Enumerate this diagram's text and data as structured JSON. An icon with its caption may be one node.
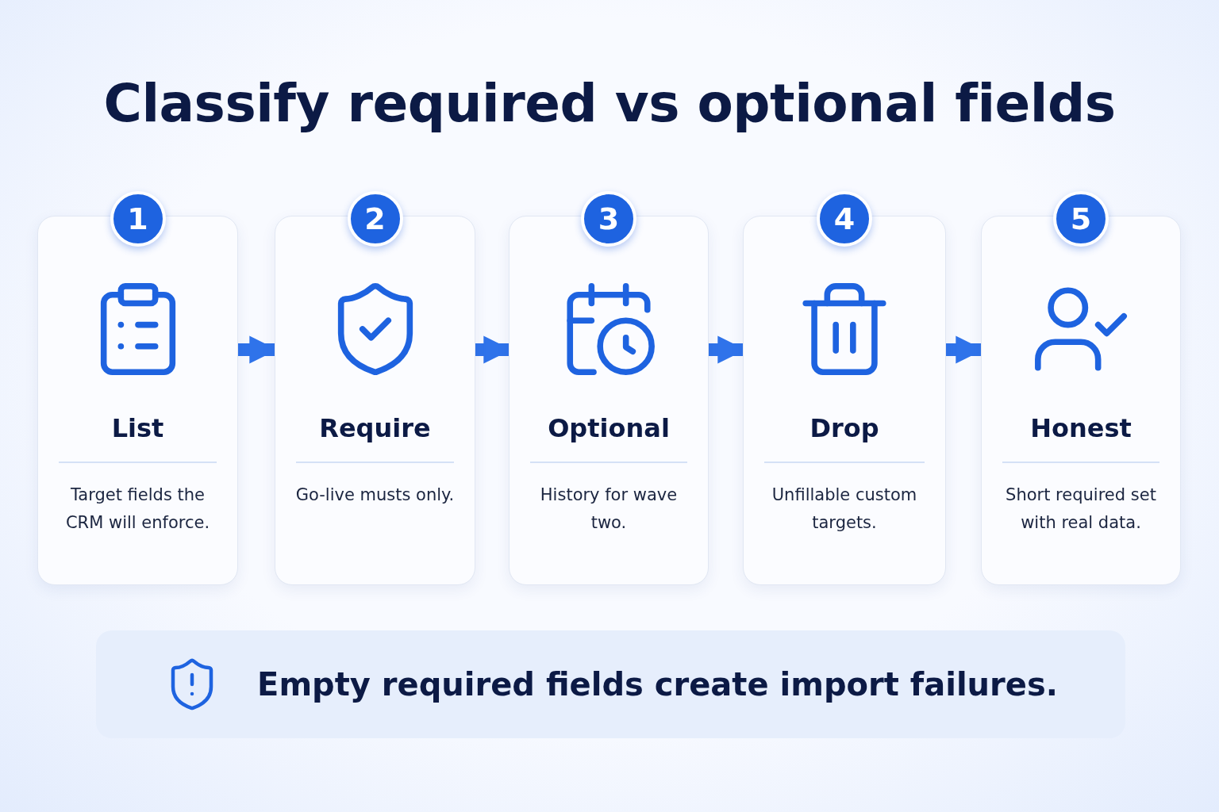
{
  "diagram": {
    "title": "Classify required vs optional fields",
    "nodes": [
      {
        "text": [
          "1",
          "List",
          "Target fields the CRM will enforce."
        ]
      },
      {
        "text": [
          "2",
          "Require",
          "Go-live musts only."
        ]
      },
      {
        "text": [
          "3",
          "Optional",
          "History for wave two."
        ]
      },
      {
        "text": [
          "4",
          "Drop",
          "Unfillable custom targets."
        ]
      },
      {
        "text": [
          "5",
          "Honest",
          "Short required set with real data."
        ]
      },
      {
        "text": [
          "Empty required fields create import failures."
        ]
      }
    ],
    "edges": [
      {
        "from": 0,
        "to": 1,
        "arrow": "to"
      },
      {
        "from": 1,
        "to": 2,
        "arrow": "to"
      },
      {
        "from": 2,
        "to": 3,
        "arrow": "to"
      },
      {
        "from": 3,
        "to": 4,
        "arrow": "to"
      }
    ]
  }
}
